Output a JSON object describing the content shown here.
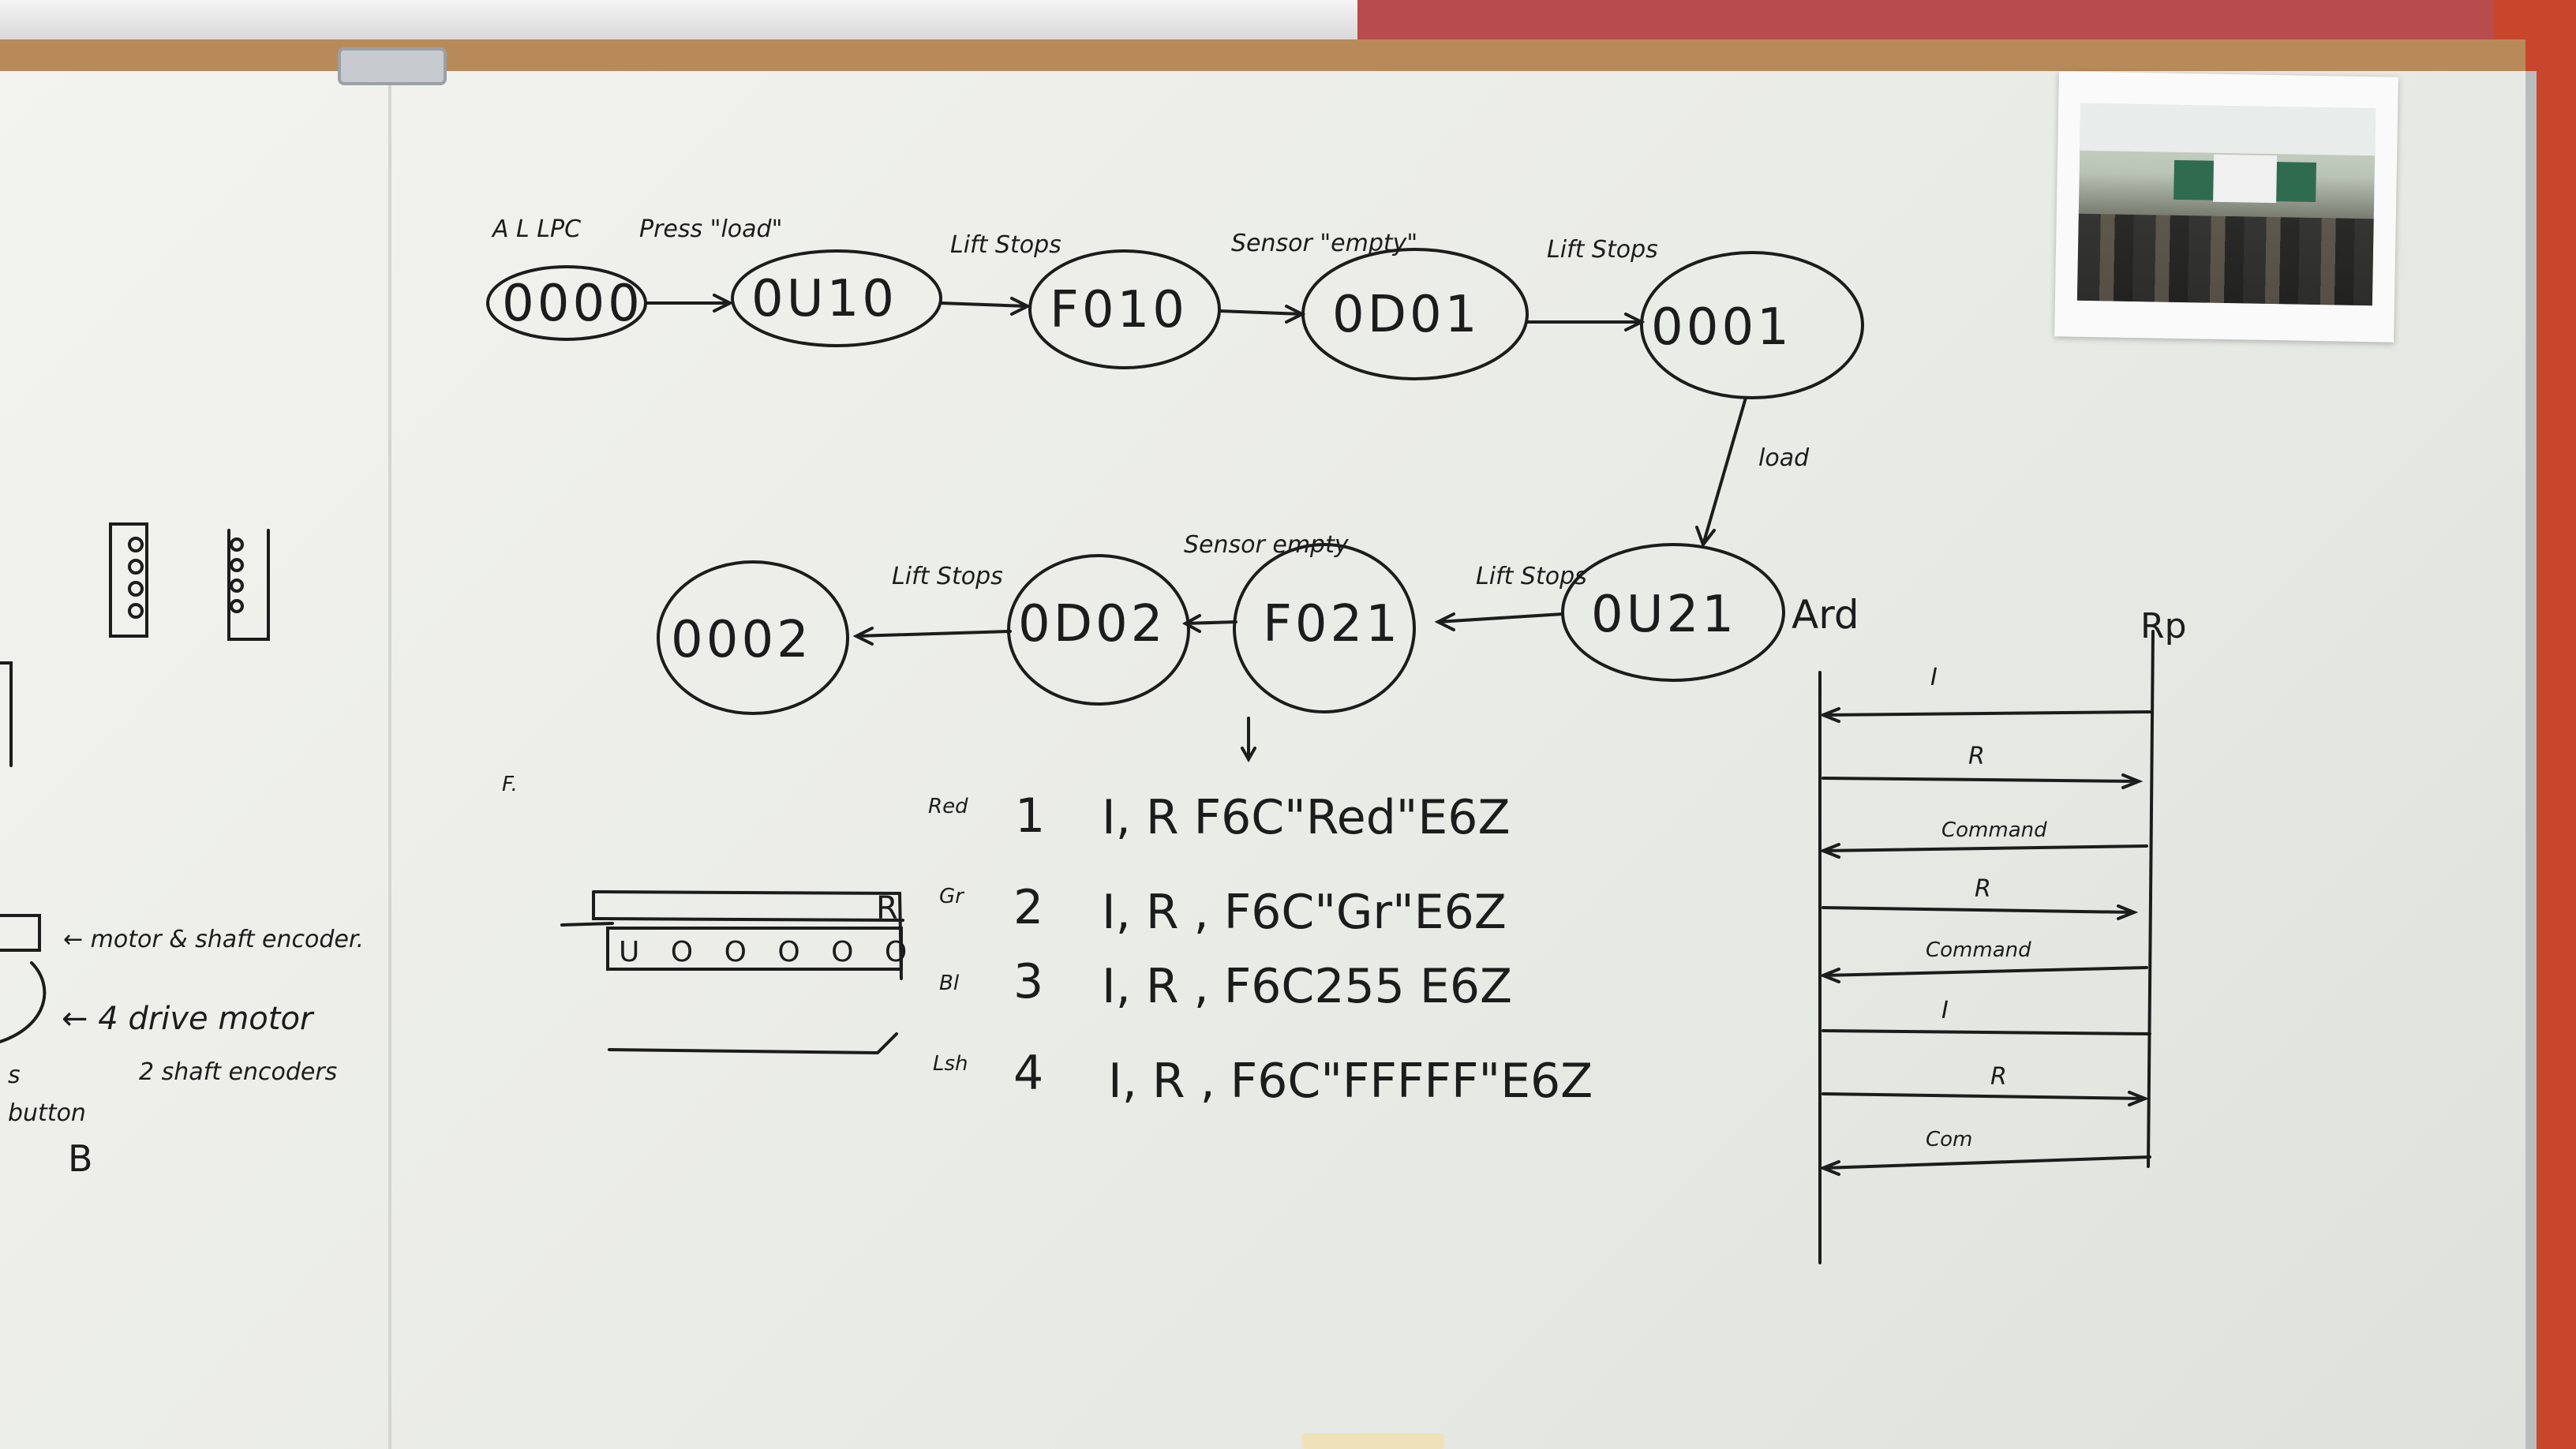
{
  "states_row1": [
    "0000",
    "0U10",
    "F010",
    "0D01",
    "0001"
  ],
  "states_row2": [
    "0U21",
    "F021",
    "0D02",
    "0002"
  ],
  "start_label": "A L LPC",
  "transitions": {
    "t1": "Press \"load\"",
    "t2": "Lift Stops",
    "t3": "Sensor \"empty\"",
    "t4": "Lift Stops",
    "t5": "load",
    "t6": "Lift Stops",
    "t7": "Sensor empty",
    "t8": "Lift Stops"
  },
  "ard_label": "Ard",
  "rpi_label": "Rp",
  "table_rows": [
    {
      "color": "Red",
      "num": "1",
      "cmd": "I, R   F6C\"Red\"E6Z"
    },
    {
      "color": "Gr",
      "num": "2",
      "cmd": "I, R , F6C\"Gr\"E6Z"
    },
    {
      "color": "Bl",
      "num": "3",
      "cmd": "I, R , F6C255 E6Z"
    },
    {
      "color": "Lsh",
      "num": "4",
      "cmd": "I, R , F6C\"FFFFF\"E6Z"
    }
  ],
  "seq_labels": [
    "I",
    "R",
    "Command",
    "R",
    "Command",
    "I",
    "R",
    "Com"
  ],
  "left_notes": {
    "motor": "← motor & shaft encoder.",
    "drive": "← 4 drive motor",
    "encoders": "2 shaft encoders",
    "s": "s",
    "button": "button",
    "b": "B"
  },
  "track_letter": "R",
  "track_circles": "U O O O O O",
  "f_mark": "F."
}
